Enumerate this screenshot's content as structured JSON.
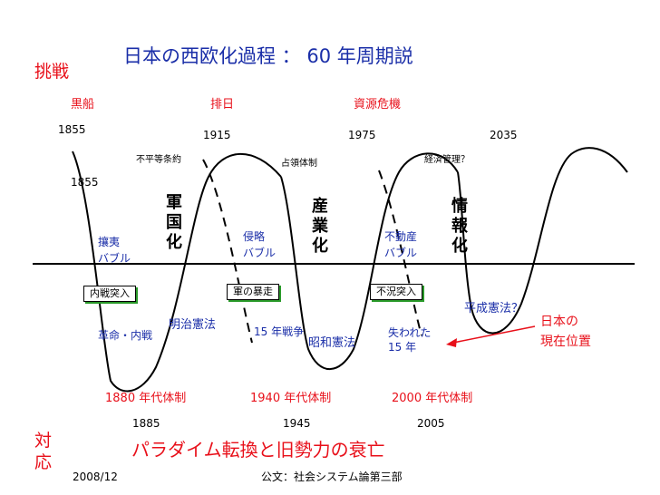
{
  "title": "日本の西欧化過程 ： 60 年周期説",
  "side_labels": {
    "challenge": "挑戦",
    "response": "対応"
  },
  "challenges": {
    "kurofune": "黒船",
    "hainichi": "排日",
    "shigen": "資源危機"
  },
  "top_years": {
    "y1855a": "1855",
    "y1915": "1915",
    "y1975": "1975",
    "y2035": "2035",
    "y1855b": "1855"
  },
  "bottom_years": {
    "y1885": "1885",
    "y1945": "1945",
    "y2005": "2005"
  },
  "curve_notes": {
    "fubyodo": "不平等条約",
    "senryo": "占領体制",
    "keizai": "経済管理？"
  },
  "eras": {
    "gunkoku": "軍国化",
    "sangyo": "産業化",
    "joho": "情報化"
  },
  "bubbles": {
    "joi": [
      "攘夷",
      "バブル"
    ],
    "shinryaku": [
      "侵略",
      "バブル"
    ],
    "fudosan": [
      "不動産",
      "バブル"
    ]
  },
  "boxes": {
    "naisen": "内戦突入",
    "gunbosou": "軍の暴走",
    "fukyo": "不況突入"
  },
  "events": {
    "kakumei": "革命・内戦",
    "meiji": "明治憲法",
    "war15": "15 年戦争",
    "showa": "昭和憲法",
    "ushinawareta": "失われた 15 年",
    "heisei": "平成憲法？"
  },
  "current": [
    "日本の",
    "現在位置"
  ],
  "systems": {
    "s1880": "1880 年代体制",
    "s1940": "1940 年代体制",
    "s2000": "2000 年代体制"
  },
  "subtitle": "パラダイム転換と旧勢力の衰亡",
  "footer": {
    "date": "2008/12",
    "source": "公文：社会システム論第三部"
  },
  "colors": {
    "title": "#1a2ea8",
    "red": "#e8101a",
    "text": "#000000",
    "shadow": "#2a9a2a"
  }
}
